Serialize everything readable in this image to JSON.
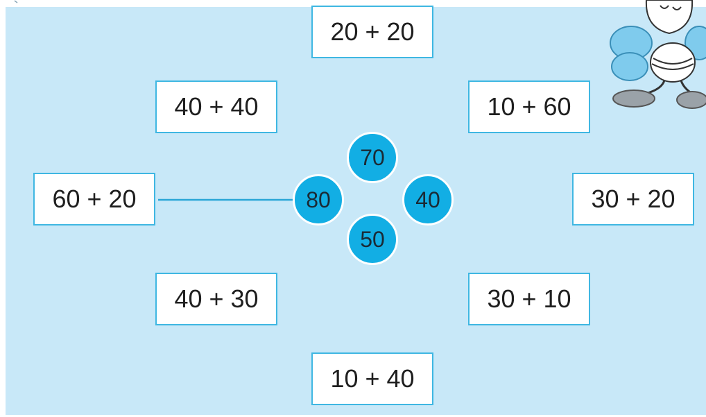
{
  "expressions": [
    {
      "id": "top",
      "text": "20 + 20"
    },
    {
      "id": "upper-left",
      "text": "40 + 40"
    },
    {
      "id": "upper-right",
      "text": "10 + 60"
    },
    {
      "id": "left",
      "text": "60 + 20"
    },
    {
      "id": "right",
      "text": "30 + 20"
    },
    {
      "id": "lower-left",
      "text": "40 + 30"
    },
    {
      "id": "lower-right",
      "text": "30 + 10"
    },
    {
      "id": "bottom",
      "text": "10 + 40"
    }
  ],
  "answers": [
    {
      "id": "top",
      "value": "70"
    },
    {
      "id": "left",
      "value": "80"
    },
    {
      "id": "right",
      "value": "40"
    },
    {
      "id": "bottom",
      "value": "50"
    }
  ],
  "connections": [
    {
      "from": "expression-left",
      "to": "answer-left",
      "label": "60 + 20 → 80"
    }
  ],
  "colors": {
    "background": "#c8e8f8",
    "box_border": "#3fb7e2",
    "circle_fill": "#12aee4",
    "line": "#2aa6d6"
  },
  "mascot": {
    "icon": "cartoon-bee-mascot-icon"
  }
}
